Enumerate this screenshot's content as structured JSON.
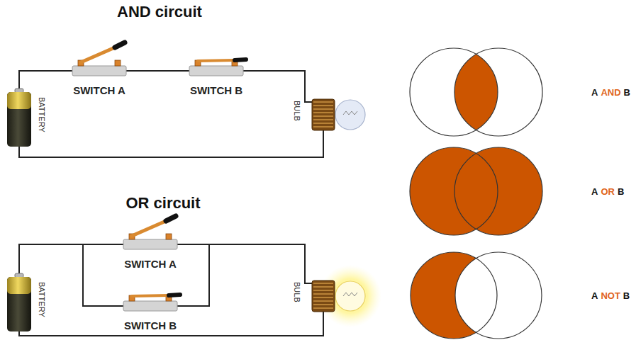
{
  "diagram": {
    "nodes": [
      {
        "text": [
          "BATTERY"
        ]
      },
      {
        "text": [
          "SWITCH A"
        ]
      },
      {
        "text": [
          "SWITCH B"
        ]
      },
      {
        "text": [
          "BULB"
        ]
      },
      {
        "text": [
          "BATTERY"
        ]
      },
      {
        "text": [
          "SWITCH A"
        ]
      },
      {
        "text": [
          "SWITCH B"
        ]
      },
      {
        "text": [
          "BULB"
        ]
      }
    ],
    "edges": [
      {
        "from": 0,
        "to": 1,
        "arrow": "none"
      },
      {
        "from": 1,
        "to": 2,
        "arrow": "none"
      },
      {
        "from": 2,
        "to": 3,
        "arrow": "none"
      },
      {
        "from": 3,
        "to": 0,
        "arrow": "none"
      },
      {
        "from": 4,
        "to": 5,
        "arrow": "none"
      },
      {
        "from": 4,
        "to": 6,
        "arrow": "none"
      },
      {
        "from": 5,
        "to": 7,
        "arrow": "none"
      },
      {
        "from": 6,
        "to": 7,
        "arrow": "none"
      },
      {
        "from": 7,
        "to": 4,
        "arrow": "none"
      }
    ],
    "labels": [
      "AND circuit",
      "OR circuit",
      "A",
      "AND",
      "B",
      "A",
      "OR",
      "B",
      "A",
      "NOT",
      "B"
    ]
  }
}
